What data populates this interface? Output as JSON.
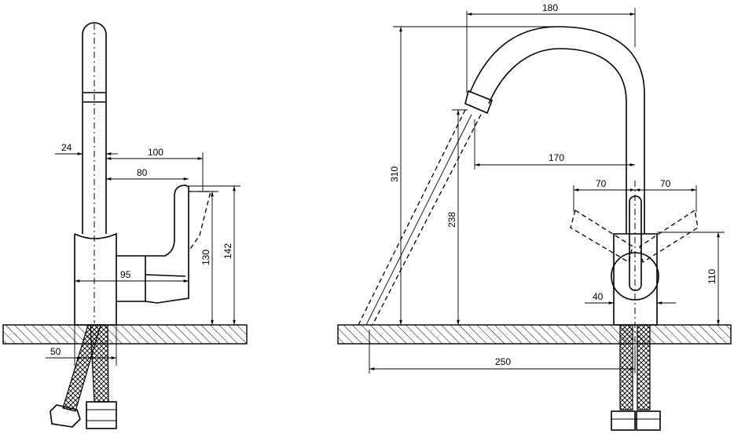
{
  "side_view": {
    "dimensions": {
      "spout_diameter": "24",
      "lever_reach": "100",
      "lever_offset": "80",
      "body_width": "95",
      "base_width": "50",
      "lever_height": "130",
      "total_lever_height": "142"
    }
  },
  "front_view": {
    "dimensions": {
      "spout_span": "180",
      "total_height": "310",
      "spout_height": "238",
      "spout_reach": "170",
      "lever_left_swing": "70",
      "lever_right_swing": "70",
      "body_height": "110",
      "body_diameter": "40",
      "outlet_reach": "250"
    }
  }
}
